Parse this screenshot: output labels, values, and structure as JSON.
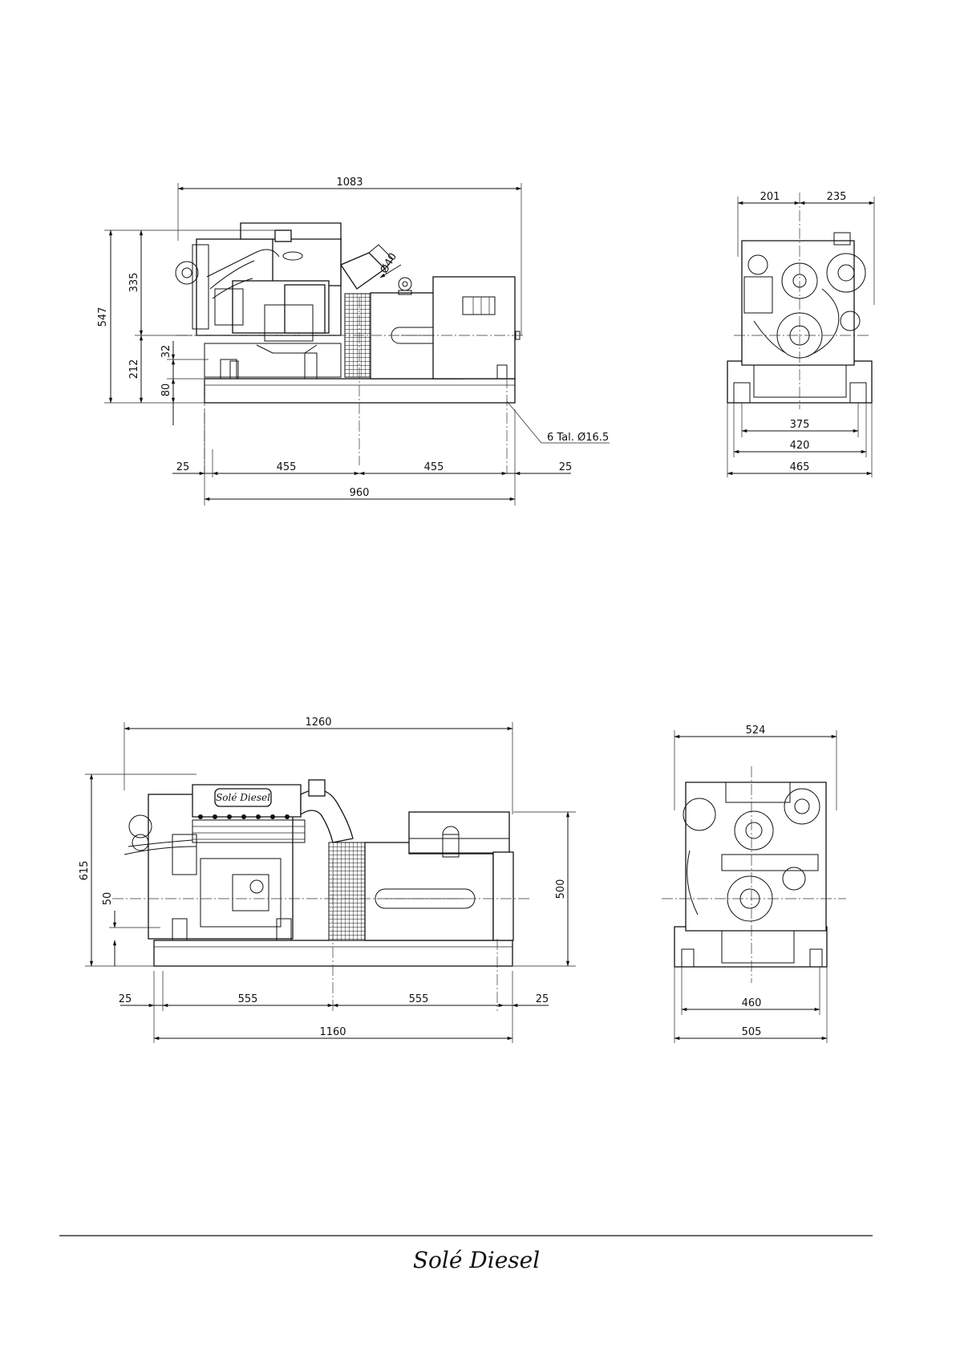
{
  "drawing1": {
    "side": {
      "overall_length": "1083",
      "height_total": "547",
      "height_upper": "335",
      "height_lower": "212",
      "dim_32": "32",
      "dim_80": "80",
      "exhaust": "Ø40",
      "mount_25_left": "25",
      "mount_455_a": "455",
      "mount_455_b": "455",
      "mount_25_right": "25",
      "base_length": "960",
      "holes_note": "6 Tal. Ø16.5"
    },
    "front": {
      "width_left": "201",
      "width_right": "235",
      "inner_width": "375",
      "mid_width": "420",
      "outer_width": "465"
    }
  },
  "drawing2": {
    "side": {
      "overall_length": "1260",
      "height_total": "615",
      "dim_50": "50",
      "alternator_height": "500",
      "mount_25_left": "25",
      "mount_555_a": "555",
      "mount_555_b": "555",
      "mount_25_right": "25",
      "base_length": "1160",
      "plate_label": "Solé Diesel"
    },
    "front": {
      "top_width": "524",
      "inner_width": "460",
      "outer_width": "505"
    }
  },
  "footer": {
    "brand": "Solé Diesel"
  }
}
